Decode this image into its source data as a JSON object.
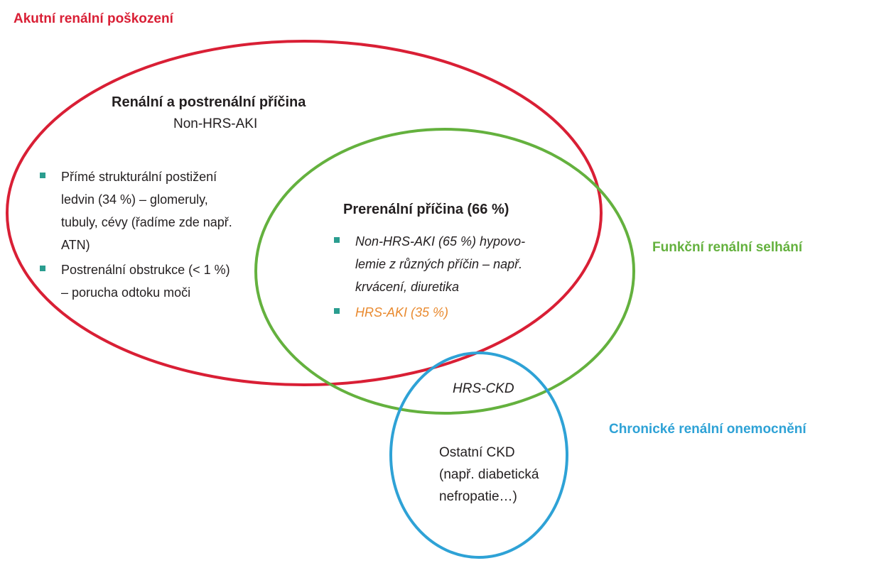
{
  "colors": {
    "red": "#d91f35",
    "green": "#64b13e",
    "blue": "#2ea2d6",
    "teal": "#2a9d8f",
    "orange": "#e98a2f",
    "text": "#231f20"
  },
  "sets": {
    "aki": {
      "title": "Akutní renální poškození"
    },
    "functional": {
      "title": "Funkční renální selhání"
    },
    "ckd": {
      "title": "Chronické renální onemocnění"
    }
  },
  "renal_section": {
    "heading": "Renální a postrenální příčina",
    "subheading": "Non-HRS-AKI",
    "bullets": [
      {
        "lines": [
          "Přímé strukturální postižení",
          "ledvin (34 %) – glomeruly,",
          "tubuly, cévy (řadíme zde např.",
          "ATN)"
        ]
      },
      {
        "lines": [
          "Postrenální obstrukce (< 1 %)",
          "– porucha odtoku moči"
        ]
      }
    ]
  },
  "prerenal_section": {
    "heading": "Prerenální příčina (66 %)",
    "bullets": [
      {
        "lines": [
          "Non-HRS-AKI (65 %) hypovo-",
          "lemie z různých příčin – např.",
          "krvácení, diuretika"
        ],
        "highlight": false
      },
      {
        "lines": [
          "HRS-AKI (35 %)"
        ],
        "highlight": true
      }
    ]
  },
  "overlap_label": "HRS-CKD",
  "ckd_section": {
    "lines": [
      "Ostatní CKD",
      "(např. diabetická",
      "nefropatie…)"
    ]
  }
}
